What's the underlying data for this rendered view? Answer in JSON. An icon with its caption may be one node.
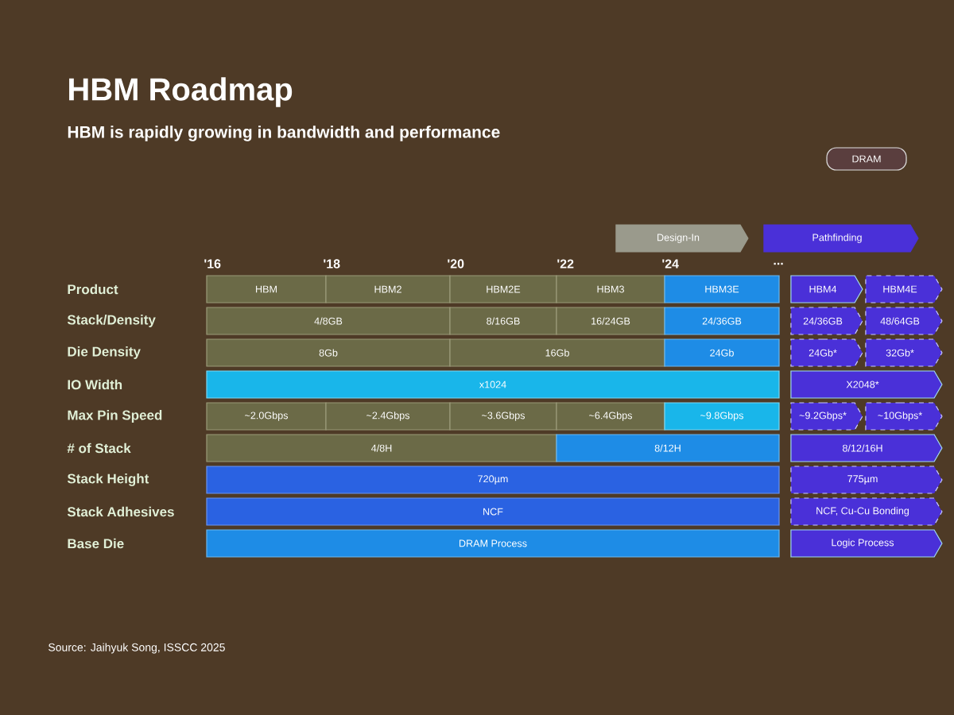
{
  "diagram": {
    "title": "HBM Roadmap",
    "nodes": [
      {
        "text": [
          "DRAM"
        ]
      },
      {
        "text": [
          "Design-In"
        ]
      },
      {
        "text": [
          "Pathfinding"
        ]
      },
      {
        "text": [
          "HBM"
        ]
      },
      {
        "text": [
          "HBM2"
        ]
      },
      {
        "text": [
          "HBM2E"
        ]
      },
      {
        "text": [
          "HBM3"
        ]
      },
      {
        "text": [
          "HBM3E"
        ]
      },
      {
        "text": [
          "HBM4"
        ]
      },
      {
        "text": [
          "HBM4E"
        ]
      },
      {
        "text": [
          "4/8GB"
        ]
      },
      {
        "text": [
          "8/16GB"
        ]
      },
      {
        "text": [
          "16/24GB"
        ]
      },
      {
        "text": [
          "24/36GB"
        ]
      },
      {
        "text": [
          "24/36GB"
        ]
      },
      {
        "text": [
          "48/64GB"
        ]
      },
      {
        "text": [
          "8Gb"
        ]
      },
      {
        "text": [
          "16Gb"
        ]
      },
      {
        "text": [
          "24Gb"
        ]
      },
      {
        "text": [
          "24Gb*"
        ]
      },
      {
        "text": [
          "32Gb*"
        ]
      },
      {
        "text": [
          "x1024"
        ]
      },
      {
        "text": [
          "X2048*"
        ]
      },
      {
        "text": [
          "~2.0Gbps"
        ]
      },
      {
        "text": [
          "~2.4Gbps"
        ]
      },
      {
        "text": [
          "~3.6Gbps"
        ]
      },
      {
        "text": [
          "~6.4Gbps"
        ]
      },
      {
        "text": [
          "~9.8Gbps"
        ]
      },
      {
        "text": [
          "~9.2Gbps*"
        ]
      },
      {
        "text": [
          "~10Gbps*"
        ]
      },
      {
        "text": [
          "4/8H"
        ]
      },
      {
        "text": [
          "8/12H"
        ]
      },
      {
        "text": [
          "8/12/16H"
        ]
      },
      {
        "text": [
          "720µm"
        ]
      },
      {
        "text": [
          "775µm"
        ]
      },
      {
        "text": [
          "NCF"
        ]
      },
      {
        "text": [
          "NCF, Cu-Cu Bonding"
        ]
      },
      {
        "text": [
          "DRAM Process"
        ]
      },
      {
        "text": [
          "Logic Process"
        ]
      }
    ],
    "labels": [
      "HBM is rapidly growing in bandwidth and performance",
      "'16",
      "'18",
      "'20",
      "'22",
      "'24",
      "...",
      "Product",
      "Stack/Density",
      "Die Density",
      "IO Width",
      "Max Pin Speed",
      "# of Stack",
      "Stack Height",
      "Stack Adhesives",
      "Base Die",
      "Source: Jaihyuk Song, ISSCC 2025"
    ]
  }
}
